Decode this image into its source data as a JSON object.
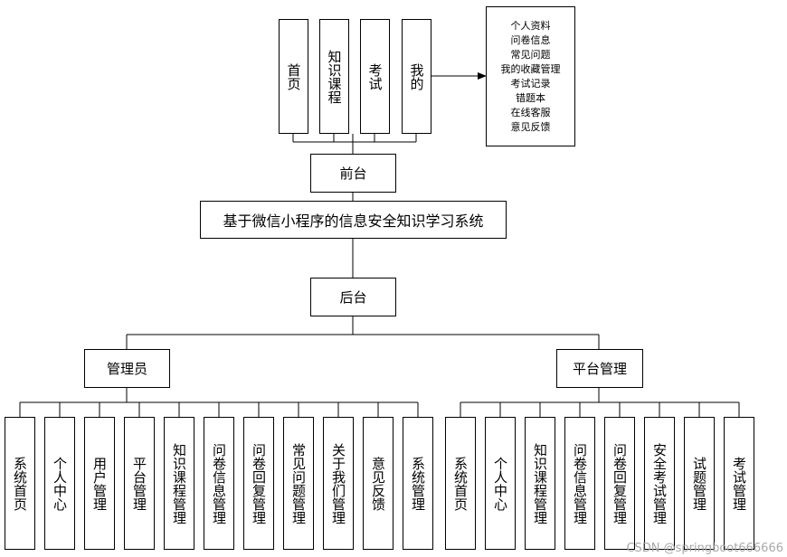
{
  "title": "基于微信小程序的信息安全知识学习系统",
  "frontend": {
    "label": "前台",
    "items": [
      "首页",
      "知识课程",
      "考试",
      "我的"
    ],
    "mine_items": [
      "个人资料",
      "问卷信息",
      "常见问题",
      "我的收藏管理",
      "考试记录",
      "错题本",
      "在线客服",
      "意见反馈"
    ]
  },
  "backend": {
    "label": "后台",
    "admin": {
      "label": "管理员",
      "items": [
        "系统首页",
        "个人中心",
        "用户管理",
        "平台管理",
        "知识课程管理",
        "问卷信息管理",
        "问卷回复管理",
        "常见问题管理",
        "关于我们管理",
        "意见反馈",
        "系统管理"
      ]
    },
    "platform": {
      "label": "平台管理",
      "items": [
        "系统首页",
        "个人中心",
        "知识课程管理",
        "问卷信息管理",
        "问卷回复管理",
        "安全考试管理",
        "试题管理",
        "考试管理"
      ]
    }
  },
  "watermark": "CSDN @springboot666666",
  "colors": {
    "line": "#000000",
    "box_border": "#000000",
    "watermark": "#a8a8a8"
  }
}
